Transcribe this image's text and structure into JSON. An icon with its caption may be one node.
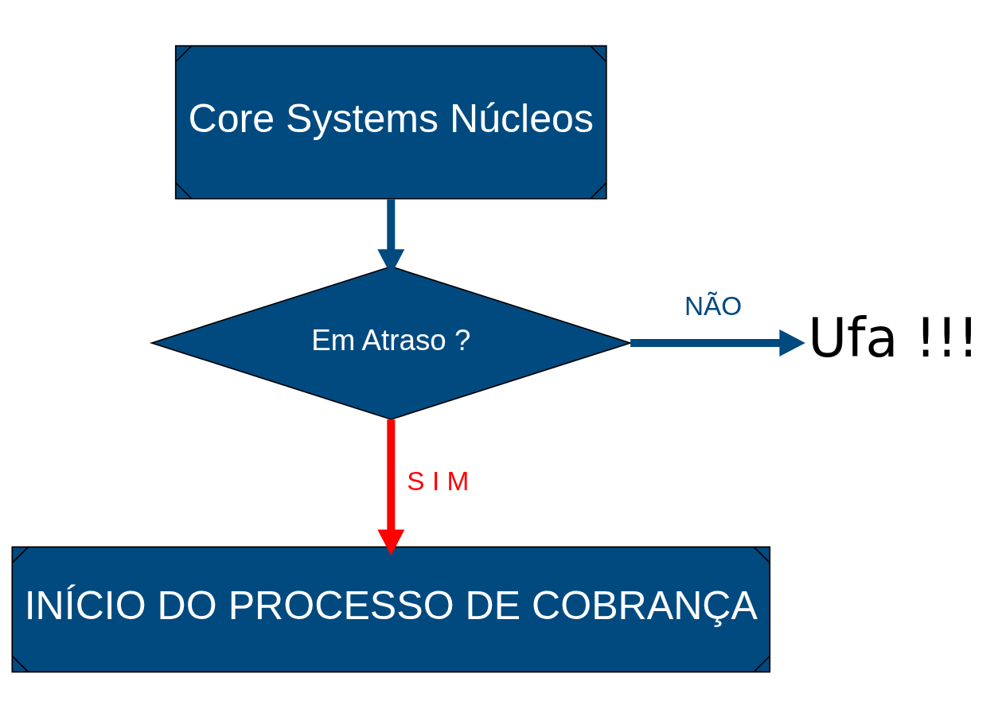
{
  "diagram": {
    "nodes": [
      {
        "text": [
          "Core Systems Núcleos"
        ]
      },
      {
        "text": [
          "Em Atraso ?"
        ]
      },
      {
        "text": [
          "INÍCIO DO PROCESSO DE COBRANÇA"
        ]
      },
      {
        "text": [
          "Ufa !!!"
        ]
      }
    ],
    "edges": [
      {
        "from": 0,
        "to": 1,
        "arrow": "to"
      },
      {
        "from": 1,
        "to": 2,
        "arrow": "to",
        "label": "S I M",
        "color": "#ff0000"
      },
      {
        "from": 1,
        "to": 3,
        "arrow": "to",
        "label": "NÃO"
      }
    ]
  }
}
